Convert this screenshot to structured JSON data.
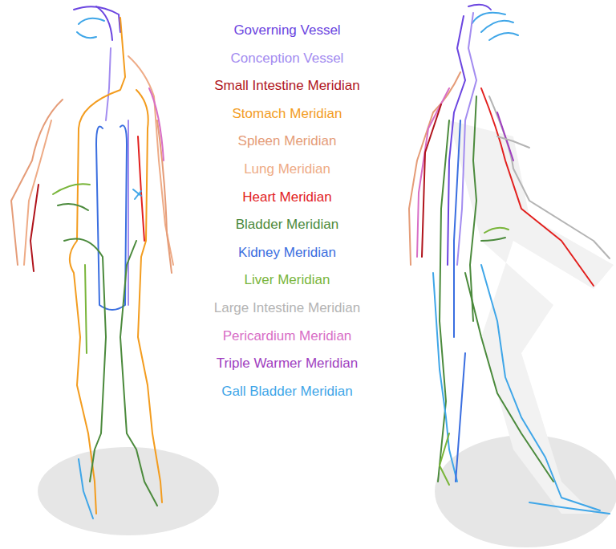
{
  "diagram": {
    "legend": [
      {
        "text": "Governing Vessel",
        "color": "#6b45e0"
      },
      {
        "text": "Conception Vessel",
        "color": "#a38cf0"
      },
      {
        "text": "Small Intestine Meridian",
        "color": "#b0141c"
      },
      {
        "text": "Stomach Meridian",
        "color": "#f39c1e"
      },
      {
        "text": "Spleen Meridian",
        "color": "#e59c78"
      },
      {
        "text": "Lung Meridian",
        "color": "#eeab86"
      },
      {
        "text": "Heart Meridian",
        "color": "#e2201e"
      },
      {
        "text": "Bladder Meridian",
        "color": "#4b8a3c"
      },
      {
        "text": "Kidney Meridian",
        "color": "#3a6ee0"
      },
      {
        "text": "Liver Meridian",
        "color": "#79b53a"
      },
      {
        "text": "Large Intestine Meridian",
        "color": "#b4b4b4"
      },
      {
        "text": "Pericardium Meridian",
        "color": "#d86ec6"
      },
      {
        "text": "Triple Warmer Meridian",
        "color": "#a03ec0"
      },
      {
        "text": "Gall Bladder Meridian",
        "color": "#3fa6e8"
      }
    ]
  }
}
